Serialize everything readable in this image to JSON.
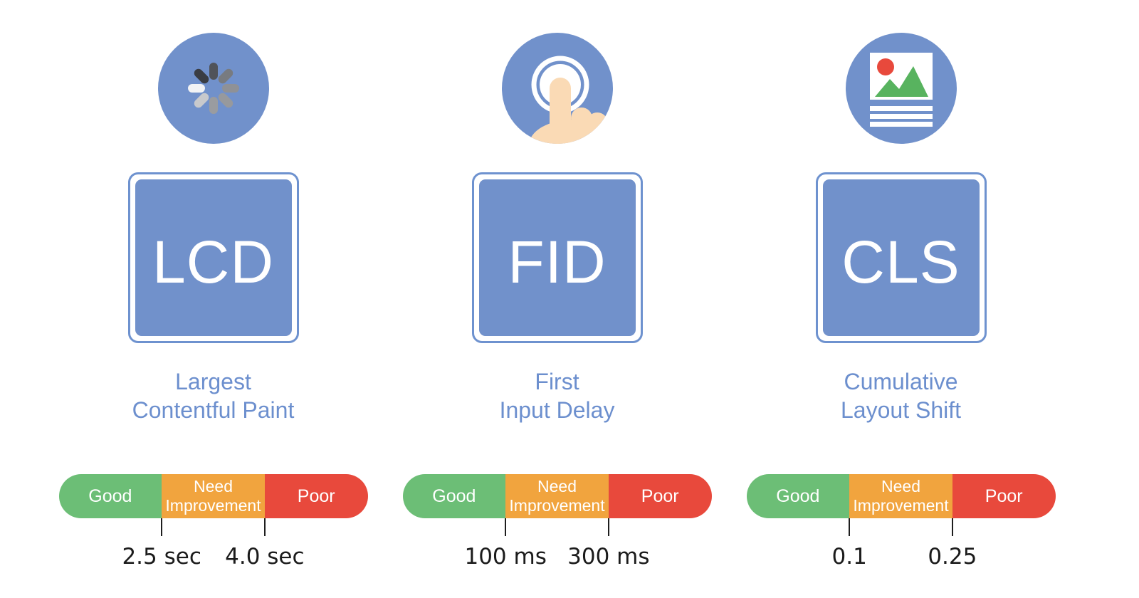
{
  "colors": {
    "background": "#ffffff",
    "icon_blue": "#7191CB",
    "box_border_blue": "#6E92CF",
    "label_blue": "#6C8FCE",
    "good_green": "#6CBE76",
    "improve_orange": "#F1A43E",
    "poor_red": "#E8493C",
    "skin": "#FADAB5",
    "sun_red": "#E8493C",
    "mountain_green": "#58B35F",
    "tick_black": "#1E1E1E",
    "value_text": "#1B1B1B"
  },
  "icons": {
    "spinner_spokes": [
      "#505359",
      "#787B80",
      "#8F9196",
      "#97999D",
      "#9A9CA0",
      "#C8C9CC",
      "#F2F3F5",
      "#3A3D43"
    ]
  },
  "scale_labels": {
    "good": "Good",
    "need_line1": "Need",
    "need_line2": "Improvement",
    "poor": "Poor"
  },
  "metrics": [
    {
      "abbr": "LCD",
      "name_line1": "Largest",
      "name_line2": "Contentful Paint",
      "icon": "loading-spinner-icon",
      "threshold_good_max": "2.5 sec",
      "threshold_poor_min": "4.0 sec"
    },
    {
      "abbr": "FID",
      "name_line1": "First",
      "name_line2": "Input Delay",
      "icon": "tap-touch-icon",
      "threshold_good_max": "100 ms",
      "threshold_poor_min": "300 ms"
    },
    {
      "abbr": "CLS",
      "name_line1": "Cumulative",
      "name_line2": "Layout Shift",
      "icon": "page-layout-icon",
      "threshold_good_max": "0.1",
      "threshold_poor_min": "0.25"
    }
  ]
}
